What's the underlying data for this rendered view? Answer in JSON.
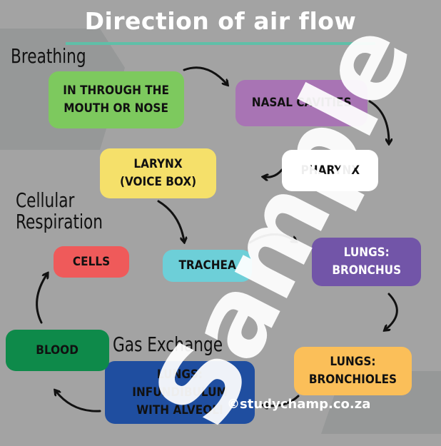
{
  "title": "Direction of air flow",
  "sections": {
    "breathing": "Breathing",
    "cellular_respiration": "Cellular Respiration",
    "gas_exchange": "Gas Exchange"
  },
  "nodes": {
    "mouth_nose": "IN THROUGH THE\nMOUTH OR NOSE",
    "nasal_cavities": "NASAL CAVITIES",
    "pharynx": "PHARYNX",
    "larynx": "LARYNX\n(VOICE BOX)",
    "trachea": "TRACHEA",
    "bronchus": "LUNGS:\nBRONCHUS",
    "bronchioles": "LUNGS:\nBRONCHIOLES",
    "infundibulum": "LUNGS: INFUNDIBULUM\nWITH ALVEOLI",
    "blood": "BLOOD",
    "cells": "CELLS"
  },
  "colors": {
    "mouth_nose": "#7dc95e",
    "nasal_cavities": "#a874b4",
    "pharynx": "#ffffff",
    "larynx": "#f5e06a",
    "trachea": "#6dcfd8",
    "bronchus": "#7255a8",
    "bronchioles": "#fbbf59",
    "infundibulum": "#1f4ea0",
    "blood": "#0e8a4a",
    "cells": "#ef5a5a"
  },
  "watermark": "Sample",
  "credit": "©studychamp.co.za"
}
